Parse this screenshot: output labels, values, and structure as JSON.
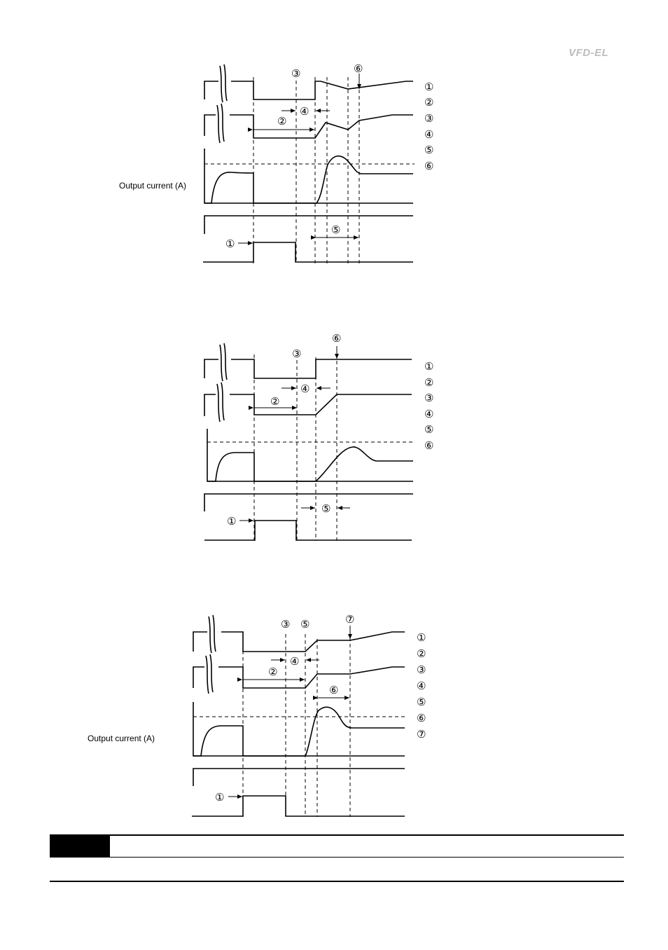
{
  "header": {
    "logo_text": "VFD-EL"
  },
  "diagram1": {
    "current_label": "Output current (A)",
    "callouts": [
      "③",
      "⑥",
      "④",
      "②",
      "⑤",
      "①"
    ],
    "legend": [
      "①",
      "②",
      "③",
      "④",
      "⑤",
      "⑥"
    ]
  },
  "diagram2": {
    "callouts": [
      "③",
      "⑥",
      "④",
      "②",
      "⑤",
      "①"
    ],
    "legend": [
      "①",
      "②",
      "③",
      "④",
      "⑤",
      "⑥"
    ]
  },
  "diagram3": {
    "current_label": "Output current (A)",
    "callouts": [
      "③",
      "⑤",
      "⑦",
      "④",
      "②",
      "⑥",
      "①"
    ],
    "legend": [
      "①",
      "②",
      "③",
      "④",
      "⑤",
      "⑥",
      "⑦"
    ]
  }
}
